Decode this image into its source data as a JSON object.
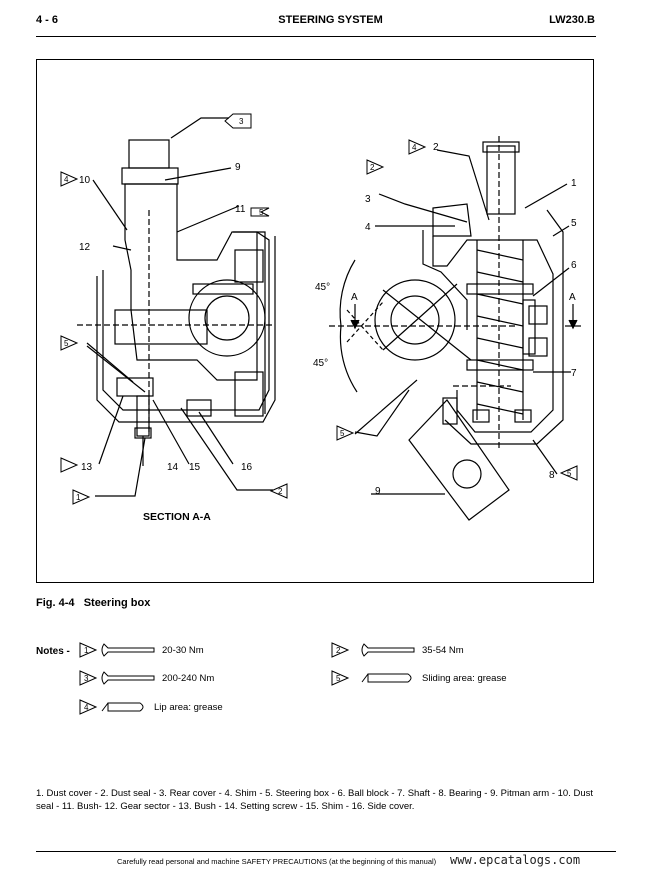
{
  "header": {
    "page_number": "4 - 6",
    "section_title": "STEERING SYSTEM",
    "model": "LW230.B"
  },
  "figure": {
    "section_label": "SECTION A-A",
    "angle_top": "45°",
    "angle_bottom": "45°",
    "section_mark": "A",
    "callouts_left": [
      "3",
      "9",
      "4",
      "10",
      "11",
      "5",
      "12",
      "5",
      "13",
      "14",
      "15",
      "16",
      "1",
      "2"
    ],
    "callouts_right": [
      "4",
      "2",
      "2",
      "1",
      "3",
      "4",
      "5",
      "6",
      "7",
      "5",
      "8",
      "5",
      "9"
    ]
  },
  "caption": {
    "number": "Fig. 4-4",
    "title": "Steering box"
  },
  "notes": {
    "label": "Notes -",
    "items": [
      {
        "code": "1",
        "icon": "wrench-icon",
        "text": "20-30 Nm"
      },
      {
        "code": "3",
        "icon": "wrench-icon",
        "text": "200-240 Nm"
      },
      {
        "code": "4",
        "icon": "grease-gun-icon",
        "text": "Lip area: grease"
      },
      {
        "code": "2",
        "icon": "wrench-icon",
        "text": "35-54 Nm"
      },
      {
        "code": "5",
        "icon": "grease-gun-icon",
        "text": "Sliding area: grease"
      }
    ]
  },
  "legend": "1. Dust cover - 2. Dust seal - 3. Rear cover - 4.  Shim - 5.  Steering box - 6. Ball block - 7. Shaft - 8. Bearing - 9. Pitman arm - 10. Dust seal - 11. Bush- 12. Gear sector - 13. Bush - 14. Setting screw - 15. Shim - 16. Side cover.",
  "footer": "Carefully read personal and machine SAFETY PRECAUTIONS (at the beginning of this manual)",
  "watermark": "www.epcatalogs.com"
}
